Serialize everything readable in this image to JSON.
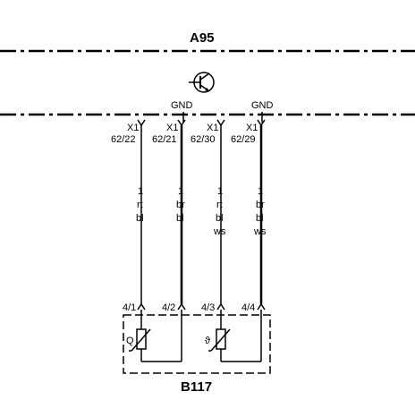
{
  "modules": {
    "top": "A95",
    "bottom": "B117"
  },
  "gnd_labels": [
    "GND",
    "GND"
  ],
  "connectors": [
    {
      "name": "X1",
      "pin": "62/22"
    },
    {
      "name": "X1",
      "pin": "62/21"
    },
    {
      "name": "X1",
      "pin": "62/30"
    },
    {
      "name": "X1",
      "pin": "62/29"
    }
  ],
  "wires": [
    {
      "size": "1",
      "color1": "rt",
      "color2": "bl",
      "color3": ""
    },
    {
      "size": "1",
      "color1": "br",
      "color2": "bl",
      "color3": ""
    },
    {
      "size": "1",
      "color1": "rt",
      "color2": "bl",
      "color3": "ws"
    },
    {
      "size": "1",
      "color1": "br",
      "color2": "bl",
      "color3": "ws"
    }
  ],
  "bottom_pins": [
    "4/1",
    "4/2",
    "4/3",
    "4/4"
  ],
  "sensor_symbols": [
    "Q",
    "ϑ"
  ],
  "icons": [
    "transistor-icon",
    "thermistor-icon"
  ]
}
